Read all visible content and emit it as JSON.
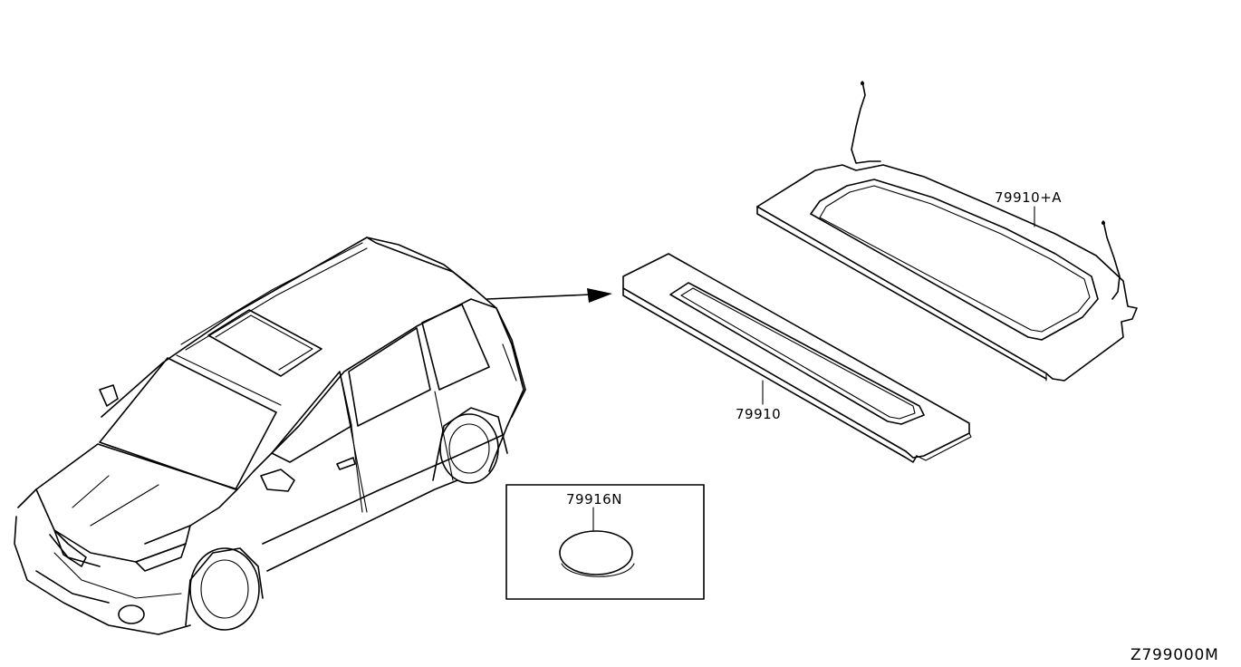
{
  "parts": {
    "upper_shelf_label": "79910+A",
    "lower_shelf_label": "79910",
    "clip_label": "79916N"
  },
  "diagram_code": "Z799000M"
}
